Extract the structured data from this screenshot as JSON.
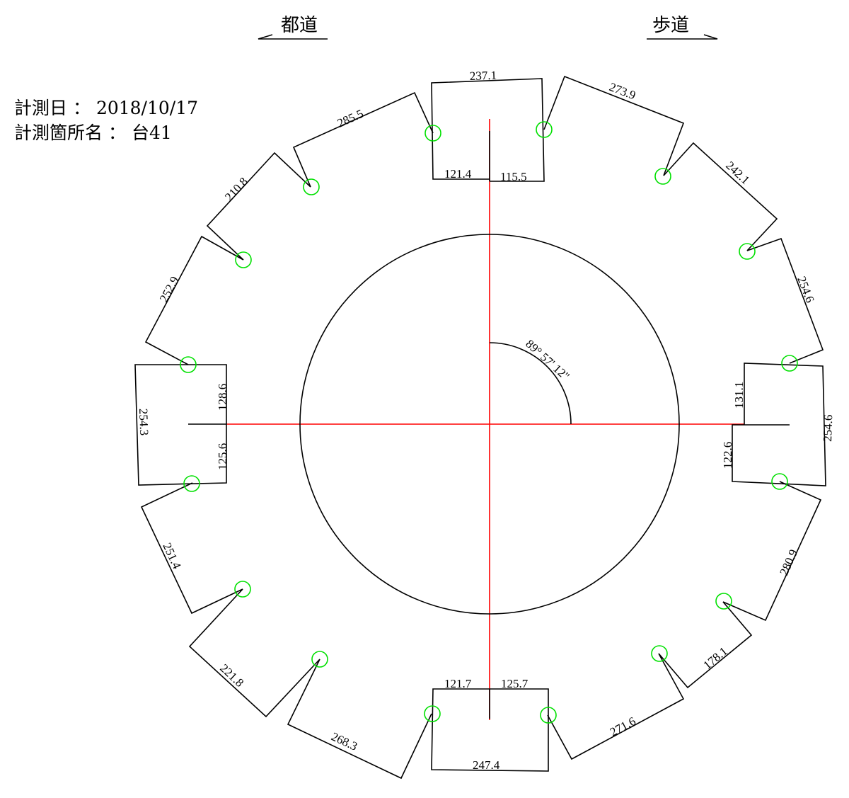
{
  "header": {
    "left_direction": "都道",
    "right_direction": "歩道"
  },
  "info": {
    "date_label": "計測日",
    "date_value": "2018/10/17",
    "location_label": "計測箇所名",
    "location_value": "台41",
    "separator": "："
  },
  "angle_label": "89° 57' 12\"",
  "dimensions": {
    "top_outer": "237.1",
    "top_inner_left": "121.4",
    "top_inner_right": "115.5",
    "ne1": "273.9",
    "ne2": "242.1",
    "ne3": "254.6",
    "right_outer": "254.6",
    "right_inner_top": "131.1",
    "right_inner_bottom": "122.6",
    "se1": "280.9",
    "se2": "178.1",
    "se3": "271.6",
    "bottom_outer": "247.4",
    "bottom_inner_left": "121.7",
    "bottom_inner_right": "125.7",
    "sw1": "268.3",
    "sw2": "221.8",
    "sw3": "251.4",
    "left_outer": "254.3",
    "left_inner_top": "128.6",
    "left_inner_bottom": "125.6",
    "nw1": "252.9",
    "nw2": "210.8",
    "nw3": "285.5"
  },
  "colors": {
    "axis": "#ff0000",
    "marker": "#00e000",
    "outline": "#000000"
  }
}
